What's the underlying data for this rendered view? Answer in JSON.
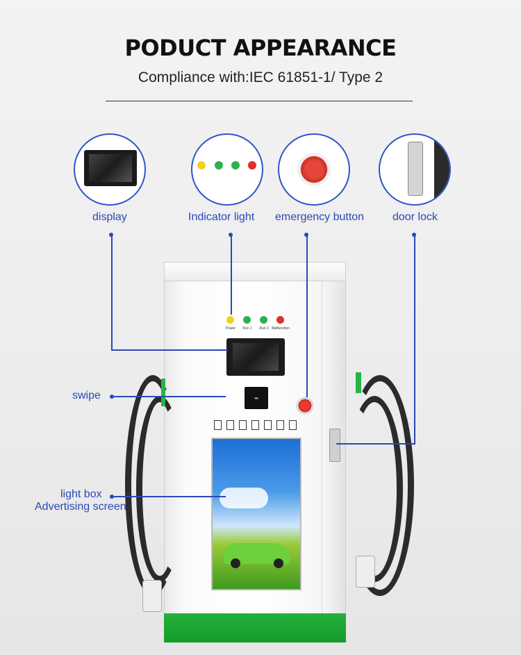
{
  "header": {
    "title": "PODUCT APPEARANCE",
    "subtitle": "Compliance with:IEC 61851-1/ Type 2"
  },
  "callouts": [
    {
      "id": "display",
      "label": "display"
    },
    {
      "id": "indicator",
      "label": "Indicator light"
    },
    {
      "id": "emergency",
      "label": "emergency button"
    },
    {
      "id": "doorlock",
      "label": "door lock"
    }
  ],
  "side_labels": {
    "swipe": "swipe",
    "lightbox_line1": "light box",
    "lightbox_line2": "Advertising screen"
  },
  "indicator_lights": [
    {
      "label": "Power",
      "color": "#f2d31b"
    },
    {
      "label": "Run 1",
      "color": "#2db14a"
    },
    {
      "label": "Run 2",
      "color": "#2db14a"
    },
    {
      "label": "Malfunction",
      "color": "#e0302a"
    }
  ],
  "colors": {
    "accent": "#2948b8",
    "base_green": "#1aa531"
  }
}
